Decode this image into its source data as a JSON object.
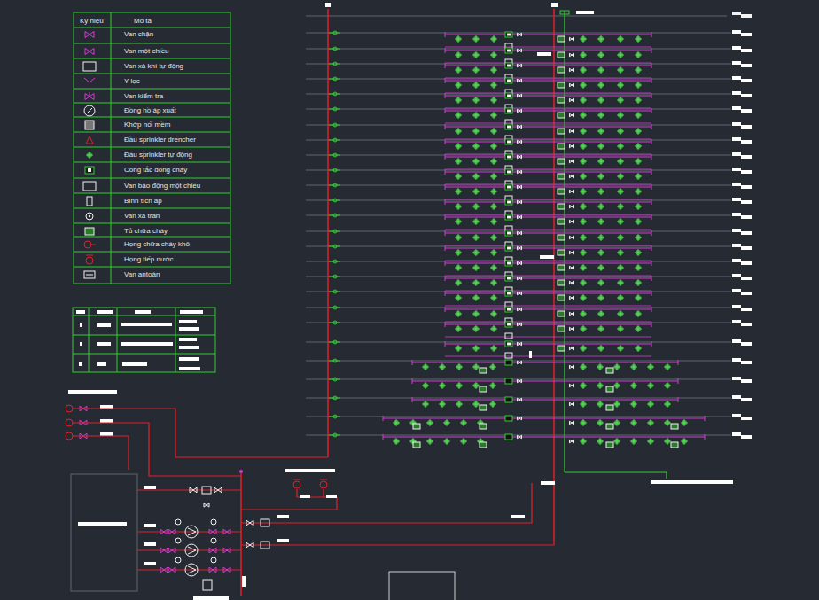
{
  "diagram": {
    "labels": [
      "Ký hiệu",
      "Mô tả"
    ],
    "legend": [
      {
        "text": "Van chặn"
      },
      {
        "text": "Van một chiều"
      },
      {
        "text": "Van xả khí tự động"
      },
      {
        "text": "Y lọc"
      },
      {
        "text": "Van kiểm tra"
      },
      {
        "text": "Đồng hồ áp xuất"
      },
      {
        "text": "Khớp nối mềm"
      },
      {
        "text": "Đầu sprinkler drencher"
      },
      {
        "text": "Đầu sprinkler tự động"
      },
      {
        "text": "Công tắc dong chảy"
      },
      {
        "text": "Van báo động một chiều"
      },
      {
        "text": "Bình tích áp"
      },
      {
        "text": "Van xả tràn"
      },
      {
        "text": "Tủ chữa cháy"
      },
      {
        "text": "Họng chữa cháy khô"
      },
      {
        "text": "Họng tiếp nước"
      },
      {
        "text": "Van antoàn"
      }
    ]
  }
}
